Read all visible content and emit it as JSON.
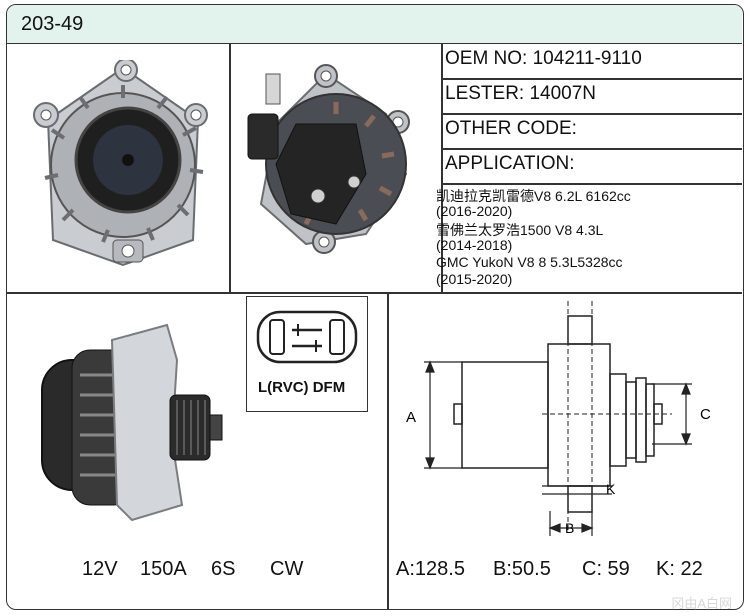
{
  "header": {
    "title": "203-49"
  },
  "info": {
    "oem": "OEM NO:  104211-9110",
    "lester": "LESTER:  14007N",
    "other_code": "OTHER CODE:",
    "application": "APPLICATION:"
  },
  "applications": [
    "凯迪拉克凯雷德V8 6.2L 6162cc",
    "(2016-2020)",
    "雪佛兰太罗浩1500 V8 4.3L",
    "(2014-2018)",
    "GMC YukoN V8 8 5.3L5328cc",
    "(2015-2020)"
  ],
  "connector": {
    "label": "L(RVC) DFM"
  },
  "specs": {
    "voltage": "12V",
    "amperage": "150A",
    "pulley": "6S",
    "rotation": "CW",
    "a": "A:128.5",
    "b": "B:50.5",
    "c": "C: 59",
    "k": "K: 22"
  },
  "diagram": {
    "label_a": "A",
    "label_b": "B",
    "label_c": "C",
    "label_k": "K"
  },
  "watermark": "冈由A白网",
  "colors": {
    "header_bg": "#e2f2ec",
    "border": "#333333",
    "housing": "#c9ccd0",
    "rotor": "#2a2a2a"
  }
}
